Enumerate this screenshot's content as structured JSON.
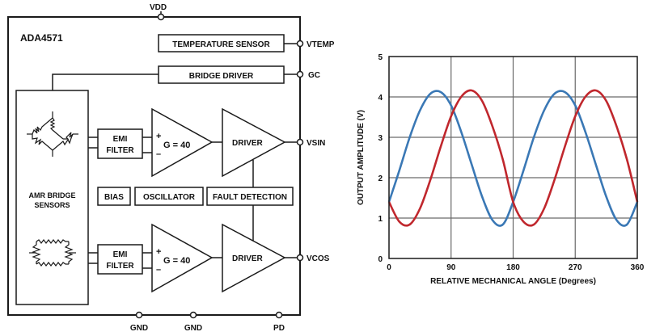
{
  "block_diagram": {
    "chip_name": "ADA4571",
    "pins": {
      "vdd": "VDD",
      "vtemp": "VTEMP",
      "gc": "GC",
      "vsin": "VSIN",
      "vcos": "VCOS",
      "gnd1": "GND",
      "gnd2": "GND",
      "pd": "PD"
    },
    "blocks": {
      "temperature_sensor": "TEMPERATURE SENSOR",
      "bridge_driver": "BRIDGE DRIVER",
      "amr_line1": "AMR BRIDGE",
      "amr_line2": "SENSORS",
      "emi_top_1": "EMI",
      "emi_top_2": "FILTER",
      "emi_bot_1": "EMI",
      "emi_bot_2": "FILTER",
      "amp_top_gain": "G = 40",
      "amp_bot_gain": "G = 40",
      "plus": "+",
      "minus": "–",
      "driver_top": "DRIVER",
      "driver_bot": "DRIVER",
      "bias": "BIAS",
      "oscillator": "OSCILLATOR",
      "fault_detection": "FAULT DETECTION"
    }
  },
  "chart_data": {
    "type": "line",
    "title": "",
    "xlabel": "RELATIVE MECHANICAL ANGLE (Degrees)",
    "ylabel": "OUTPUT AMPLITUDE (V)",
    "xlim": [
      0,
      360
    ],
    "ylim": [
      0,
      5
    ],
    "xticks": [
      "0",
      "90",
      "180",
      "270",
      "360"
    ],
    "yticks": [
      "0",
      "1",
      "2",
      "3",
      "4",
      "5"
    ],
    "grid": true,
    "legend": "none",
    "series": [
      {
        "color": "#3a78b5",
        "x": [
          0,
          15,
          30,
          45,
          60,
          75,
          90,
          105,
          120,
          135,
          150,
          165,
          180,
          195,
          210,
          225,
          240,
          255,
          270,
          285,
          300,
          315,
          330,
          345,
          360
        ],
        "y": [
          1.4,
          2.18,
          3.0,
          3.67,
          4.08,
          4.12,
          3.79,
          3.12,
          2.32,
          1.53,
          0.95,
          0.84,
          1.4,
          2.18,
          3.0,
          3.67,
          4.08,
          4.12,
          3.79,
          3.12,
          2.32,
          1.53,
          0.95,
          0.84,
          1.4
        ]
      },
      {
        "color": "#c0272d",
        "x": [
          0,
          15,
          30,
          45,
          60,
          75,
          90,
          105,
          120,
          135,
          150,
          165,
          180,
          195,
          210,
          225,
          240,
          255,
          270,
          285,
          300,
          315,
          330,
          345,
          360
        ],
        "y": [
          1.4,
          0.91,
          0.84,
          1.24,
          1.95,
          2.77,
          3.52,
          4.01,
          4.16,
          3.9,
          3.27,
          2.45,
          1.4,
          0.91,
          0.84,
          1.24,
          1.95,
          2.77,
          3.52,
          4.01,
          4.16,
          3.9,
          3.27,
          2.45,
          1.4
        ]
      }
    ]
  }
}
